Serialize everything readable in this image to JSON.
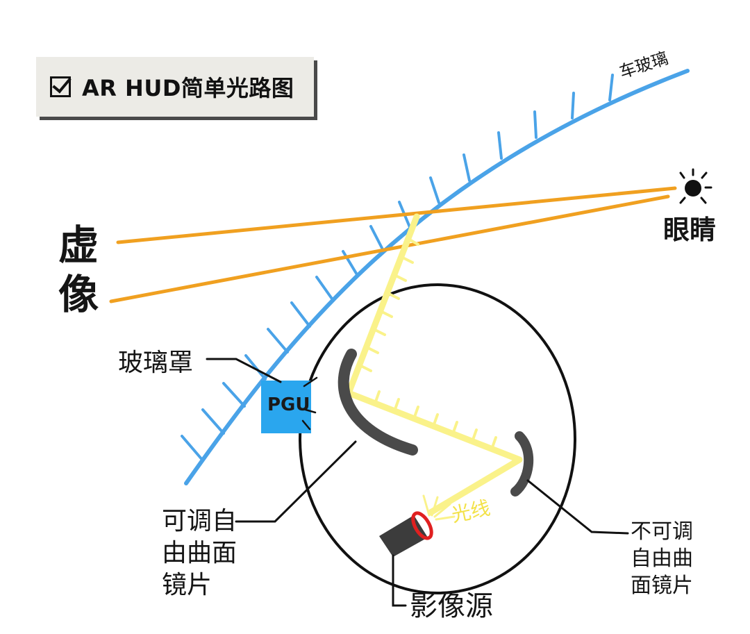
{
  "title": {
    "text": "AR HUD简单光路图",
    "check_icon": "checkbox-checked-icon"
  },
  "labels": {
    "windshield": "车玻璃",
    "eye": "眼睛",
    "virtual_image": "虚像",
    "glass_cover": "玻璃罩",
    "pgu": "PGU",
    "adjustable_mirror": "可调自由曲面镜片",
    "fixed_mirror": "不可调自由曲面镜片",
    "image_source": "影像源",
    "light_ray": "光线"
  },
  "colors": {
    "windshield": "#4aa3e8",
    "sight_lines": "#f0a020",
    "light_path": "#faf28a",
    "mirror": "#4a4a4a",
    "pgu_box": "#2aa6ee",
    "source_ring": "#e02020",
    "outline": "#111111",
    "title_bg": "#ecebe6"
  }
}
